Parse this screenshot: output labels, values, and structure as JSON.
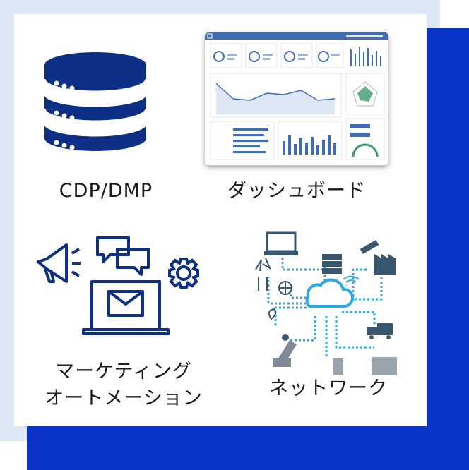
{
  "items": [
    {
      "label": "CDP/DMP"
    },
    {
      "label": "ダッシュボード"
    },
    {
      "label": "マーケティング\nオートメーション"
    },
    {
      "label": "ネットワーク"
    }
  ],
  "colors": {
    "accent": "#0a35c6",
    "light_bg": "#dce7f3",
    "icon_navy": "#0d2f86",
    "network_blue": "#29a9e8"
  }
}
